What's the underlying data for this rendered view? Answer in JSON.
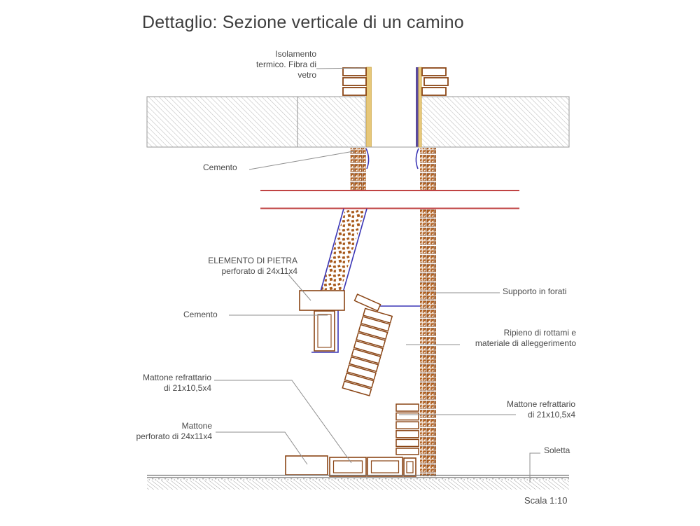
{
  "title": "Dettaglio: Sezione verticale di un camino",
  "labels": {
    "insulation": "Isolamento\ntermico. Fibra di\nvetro",
    "cement_top": "Cemento",
    "stone_element": "ELEMENTO DI PIETRA\nperforato di 24x11x4",
    "cement_mid": "Cemento",
    "support": "Supporto in forati",
    "filling": "Ripieno di rottami e\nmateriale di alleggerimento",
    "firebrick_left": "Mattone refrattario\ndi 21x10,5x4",
    "brick_perforated": "Mattone\nperforato di 24x11x4",
    "firebrick_right": "Mattone refrattario\ndi 21x10,5x4",
    "slab_floor": "Soletta"
  },
  "footer": {
    "scale": "Scala 1:10"
  },
  "colors": {
    "brick_fill": "#b05f1e",
    "brick_stroke": "#8a4515",
    "flue_liner_blue": "#3a35b5",
    "insulation_tan": "#e7c87a",
    "membrane_purple": "#5b4a9b",
    "section_red": "#c04343",
    "leader_gray": "#8f8f8f",
    "hatch_gray": "#bdbdbd",
    "text_gray": "#4a4a4a"
  }
}
